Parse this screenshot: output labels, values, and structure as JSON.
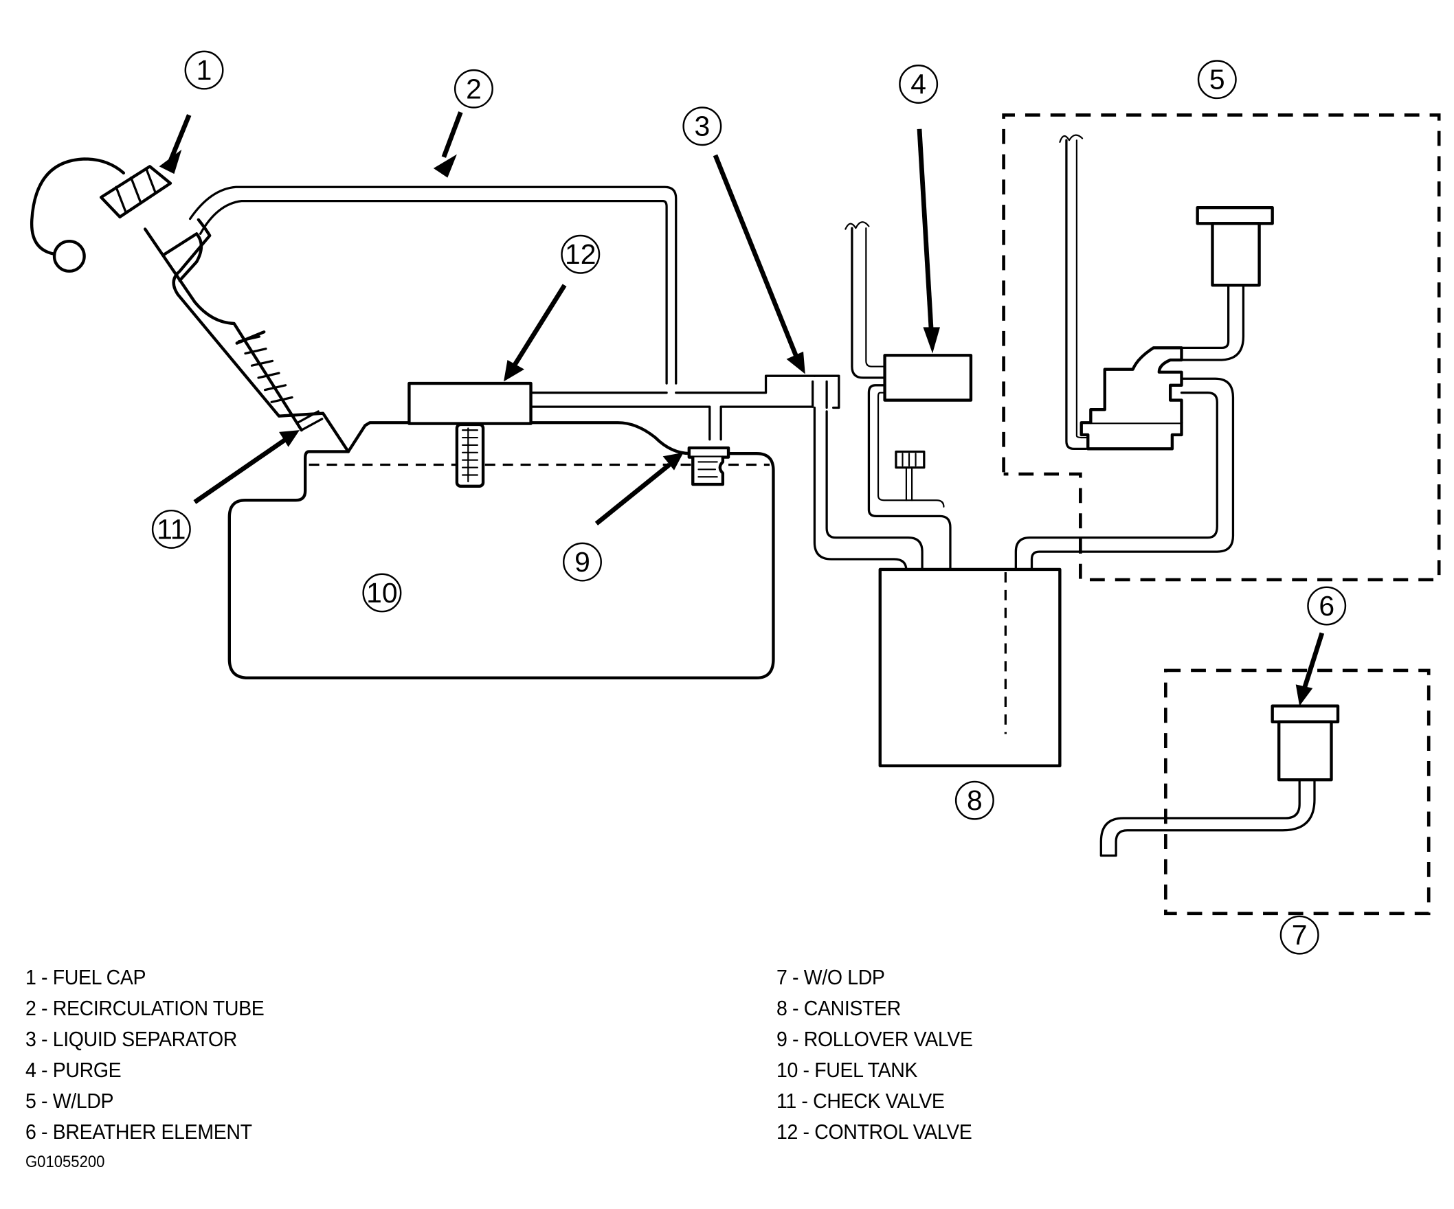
{
  "figure": {
    "title": "Evaporative Emission System Schematic",
    "code": "G01055200"
  },
  "callouts": [
    {
      "number": "1",
      "label": "FUEL CAP"
    },
    {
      "number": "2",
      "label": "RECIRCULATION TUBE"
    },
    {
      "number": "3",
      "label": "LIQUID SEPARATOR"
    },
    {
      "number": "4",
      "label": "PURGE"
    },
    {
      "number": "5",
      "label": "W/LDP"
    },
    {
      "number": "6",
      "label": "BREATHER ELEMENT"
    },
    {
      "number": "7",
      "label": "W/O LDP"
    },
    {
      "number": "8",
      "label": "CANISTER"
    },
    {
      "number": "9",
      "label": "ROLLOVER VALVE"
    },
    {
      "number": "10",
      "label": "FUEL TANK"
    },
    {
      "number": "11",
      "label": "CHECK VALVE"
    },
    {
      "number": "12",
      "label": "CONTROL VALVE"
    }
  ],
  "legend": {
    "left": [
      "1 - FUEL CAP",
      "2 - RECIRCULATION TUBE",
      "3 - LIQUID SEPARATOR",
      "4 - PURGE",
      "5 - W/LDP",
      "6 - BREATHER ELEMENT"
    ],
    "right": [
      "7 - W/O LDP",
      "8 - CANISTER",
      "9 - ROLLOVER VALVE",
      "10 - FUEL TANK",
      "11 - CHECK VALVE",
      "12 - CONTROL VALVE"
    ]
  }
}
